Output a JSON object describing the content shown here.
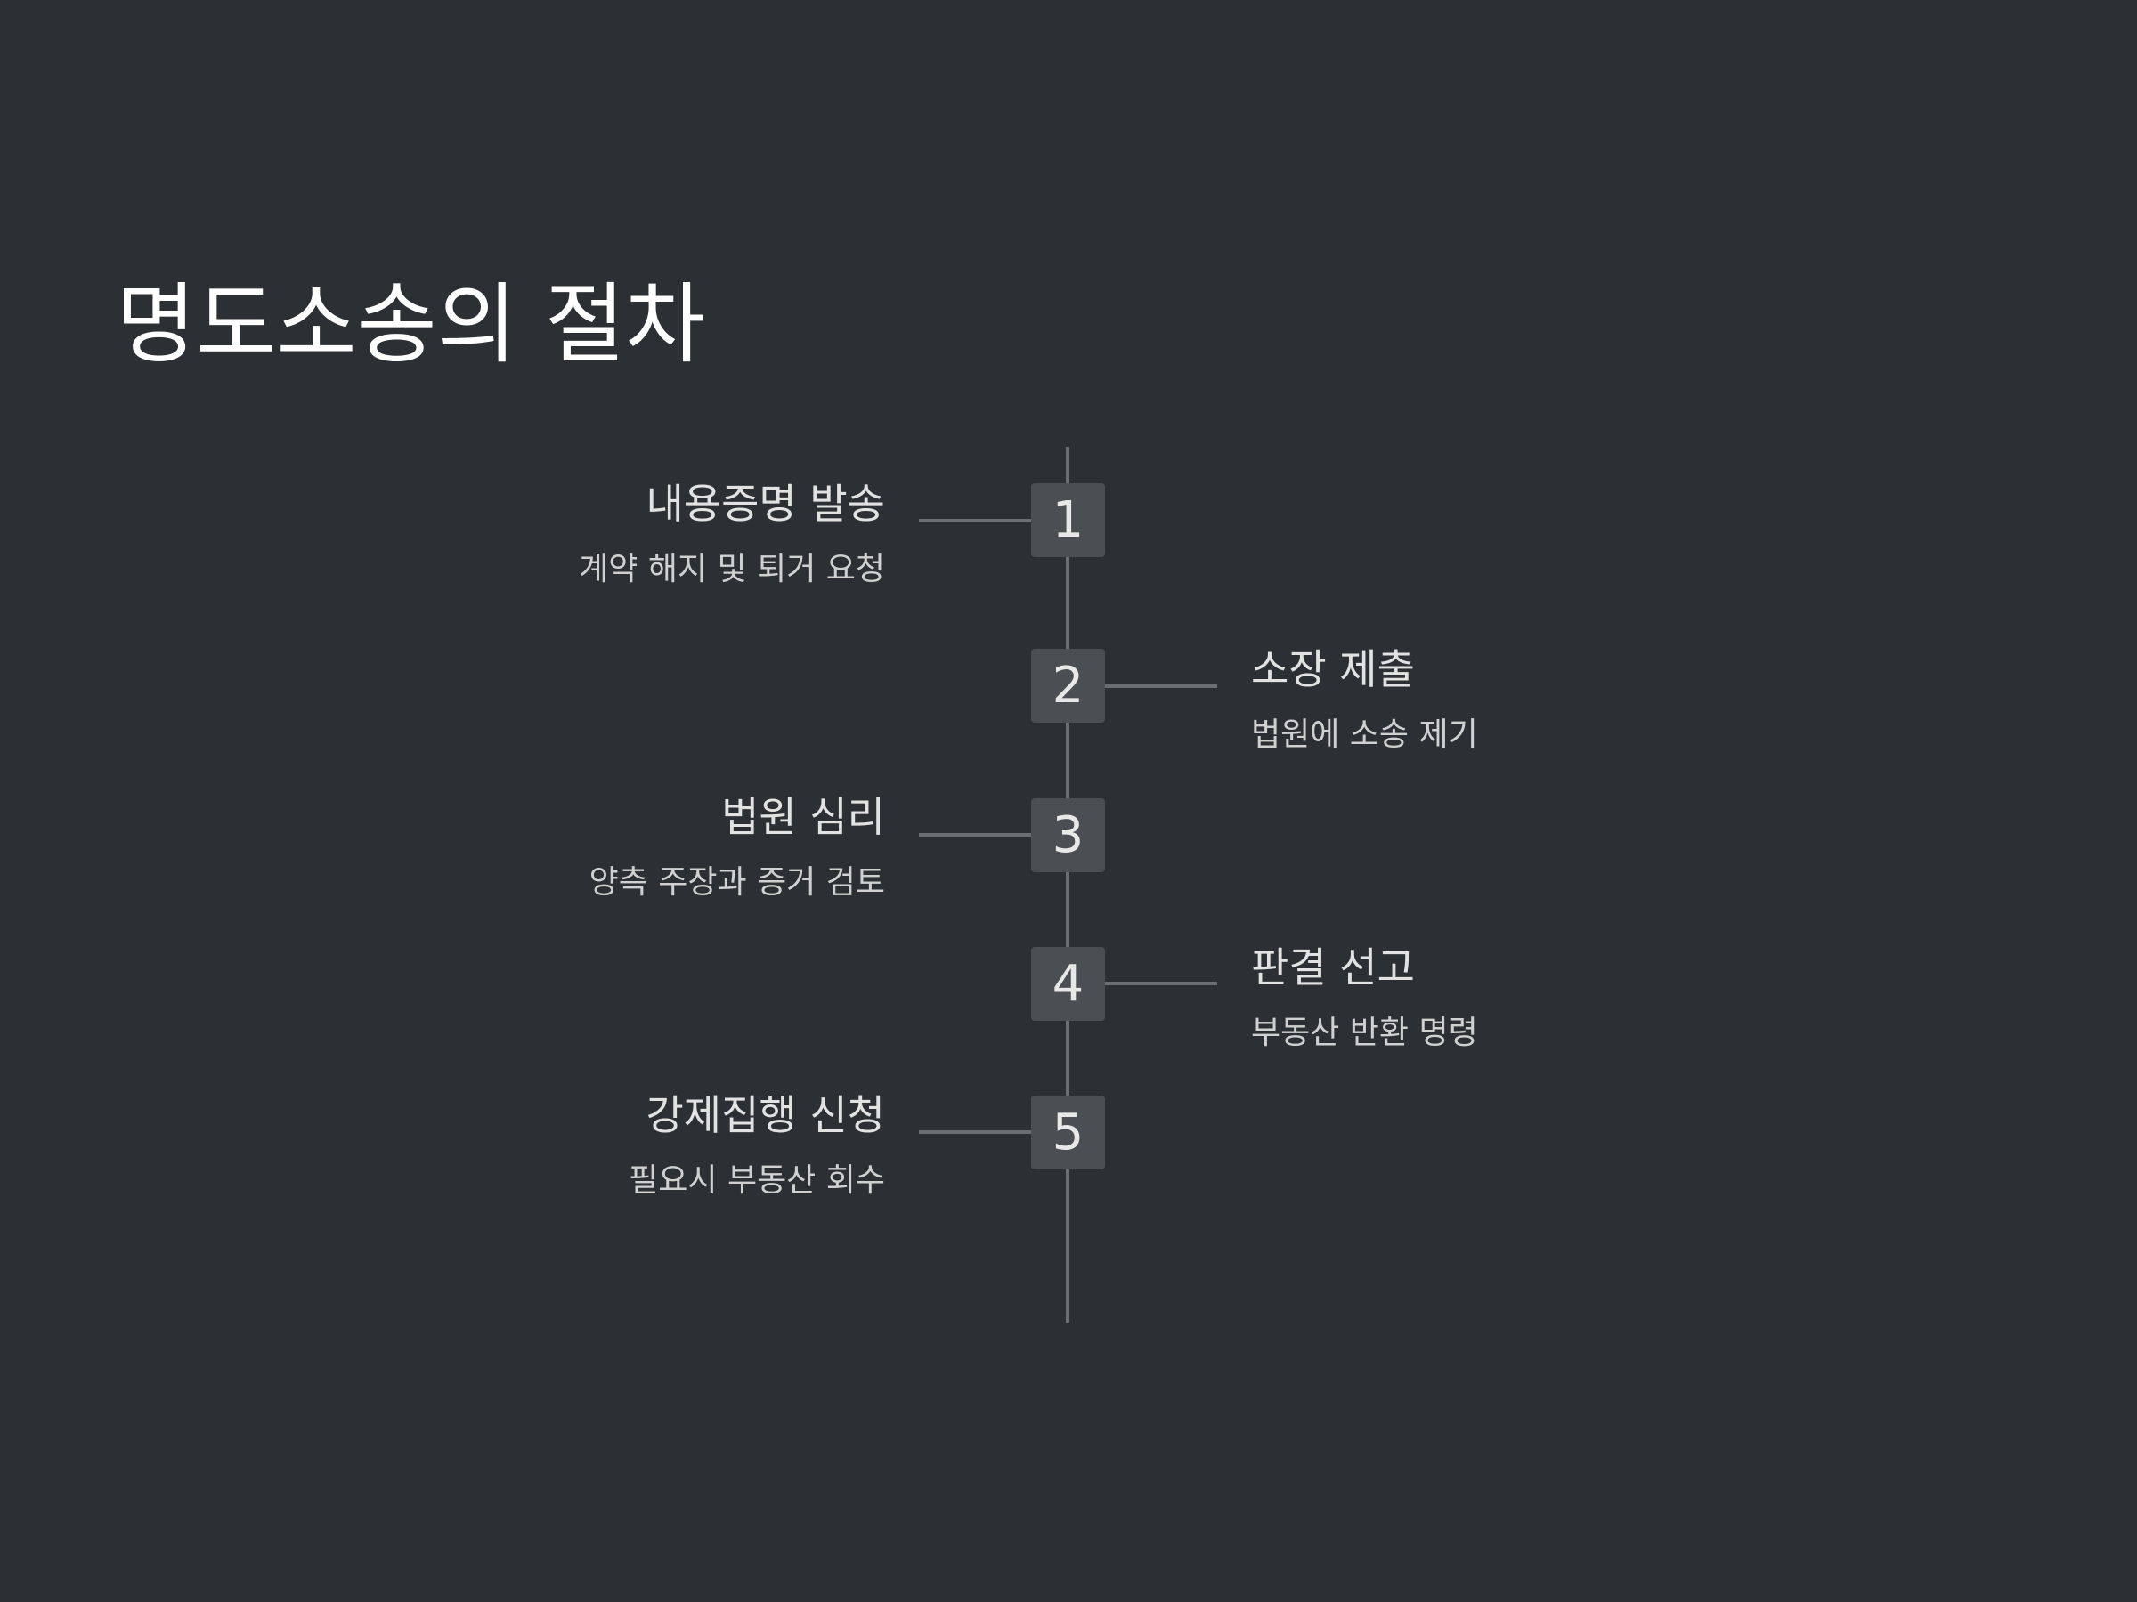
{
  "title": "명도소송의 절차",
  "steps": [
    {
      "number": "1",
      "title": "내용증명 발송",
      "description": "계약 해지 및 퇴거 요청",
      "side": "left"
    },
    {
      "number": "2",
      "title": "소장 제출",
      "description": "법원에 소송 제기",
      "side": "right"
    },
    {
      "number": "3",
      "title": "법원 심리",
      "description": "양측 주장과 증거 검토",
      "side": "left"
    },
    {
      "number": "4",
      "title": "판결 선고",
      "description": "부동산 반환 명령",
      "side": "right"
    },
    {
      "number": "5",
      "title": "강제집행 신청",
      "description": "필요시 부동산 회수",
      "side": "left"
    }
  ],
  "colors": {
    "background": "#2c2f33",
    "axis": "#6b6e72",
    "step_box": "#4b4e52",
    "text": "#e2e2e2"
  }
}
